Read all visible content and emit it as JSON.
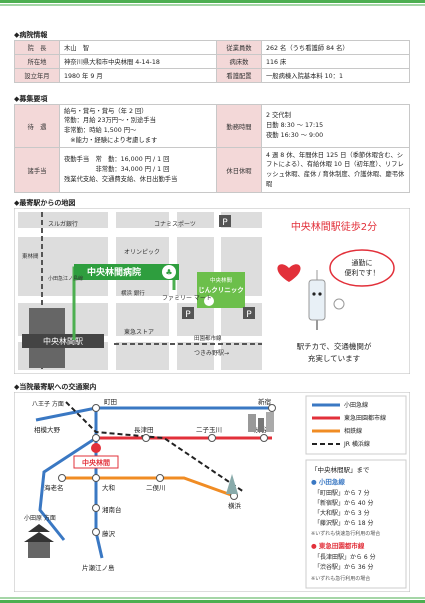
{
  "sections": {
    "overview": "◆病院情報",
    "recruit": "◆募集要項",
    "map": "◆最寄駅からの地図",
    "access": "◆当院最寄駅への交通案内"
  },
  "hospital_info": {
    "director_label": "院　長",
    "director": "木山　智",
    "staff_label": "従業員数",
    "staff": "262 名（うち看護師 84 名）",
    "address_label": "所在地",
    "address": "神奈川県大和市中央林間 4-14-18",
    "beds_label": "病床数",
    "beds": "116 床",
    "founded_label": "設立年月",
    "founded": "1980 年 9 月",
    "nursing_label": "看護配置",
    "nursing": "一般病棟入院基本料 10：1"
  },
  "recruit": {
    "treatment_label": "待　遇",
    "treatment": "給与・賞与・賞与（年 2 回）\n常勤：月給 23万円～・別途手当\n非常勤：時給 1,500 円～\n　※能力・経験により考慮します",
    "hours_label": "勤務時間",
    "hours": "2 交代制\n日勤 8:30 ～ 17:15\n夜勤 16:30 ～ 9:00",
    "holiday_label": "休日休暇",
    "holiday": "4 週 8 休、年間休日 125 日（季節休暇含む、シフトによる）、有給休暇 10 日（初年度）、リフレッシュ休暇、産休 / 育休制度、介護休暇、慶弔休暇",
    "allowance_label": "諸手当",
    "allowance": "夜勤手当　常　勤：16,000 円 / 1 回\n　　　　　非常勤：34,000 円 / 1 回\n残業代支給、交通費支給、休日出勤手当"
  },
  "map": {
    "hospital": "中央林間病院",
    "clinic_top": "中央林間",
    "clinic": "じんクリニック",
    "station": "中央林間駅",
    "landmarks": [
      "スルガ銀行",
      "オリンピック",
      "コナミスポーツ",
      "東急ストア",
      "ファミリー\nマート",
      "横浜\n銀行",
      "田園都市線",
      "つきみ野駅→",
      "東林間",
      "小田急江ノ島線"
    ],
    "ad_title": "中央林間駅徒歩2分",
    "bubble": "通勤に\n便利です！",
    "ad_text": "駅チカで、交通機関が\n充実しています"
  },
  "access": {
    "stations": [
      "八王子\n方面",
      "町田",
      "新宿",
      "相模大野",
      "長津田",
      "二子玉川",
      "渋谷",
      "中央林間",
      "海老名",
      "大和",
      "二俣川",
      "横浜",
      "湘南台",
      "小田原\n方面",
      "藤沢",
      "片瀬江ノ島"
    ],
    "legend": [
      {
        "name": "小田急線",
        "color": "#3a78c3"
      },
      {
        "name": "東急田園都市線",
        "color": "#e2303a"
      },
      {
        "name": "相鉄線",
        "color": "#f08c24"
      },
      {
        "name": "JR 横浜線",
        "color": "#222222"
      }
    ],
    "from_label": "「中央林間駅」まで",
    "odakyu_head": "● 小田急線",
    "odakyu": [
      "「町田駅」から 7 分",
      "「新宿駅」から 40 分",
      "「大和駅」から 3 分",
      "「藤沢駅」から 18 分"
    ],
    "odakyu_note": "※いずれも快速急行利用の場合",
    "tokyu_head": "● 東急田園都市線",
    "tokyu": [
      "「長津田駅」から 6 分",
      "「渋谷駅」から 36 分"
    ],
    "tokyu_note": "※いずれも急行利用の場合"
  }
}
